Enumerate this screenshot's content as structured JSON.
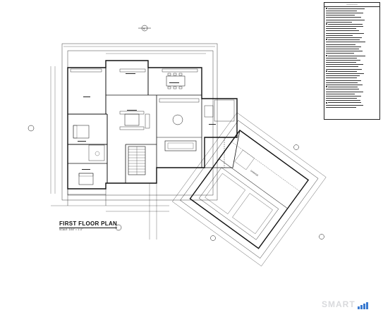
{
  "drawing": {
    "title": "FIRST FLOOR PLAN",
    "scale_note": "SCALE: 3/16\" = 1'-0\""
  },
  "branding": {
    "logo_text": "SMART",
    "logo_color": "#3a7ad0"
  },
  "colors": {
    "line": "#111111",
    "hatch": "#444444",
    "paper": "#ffffff"
  }
}
